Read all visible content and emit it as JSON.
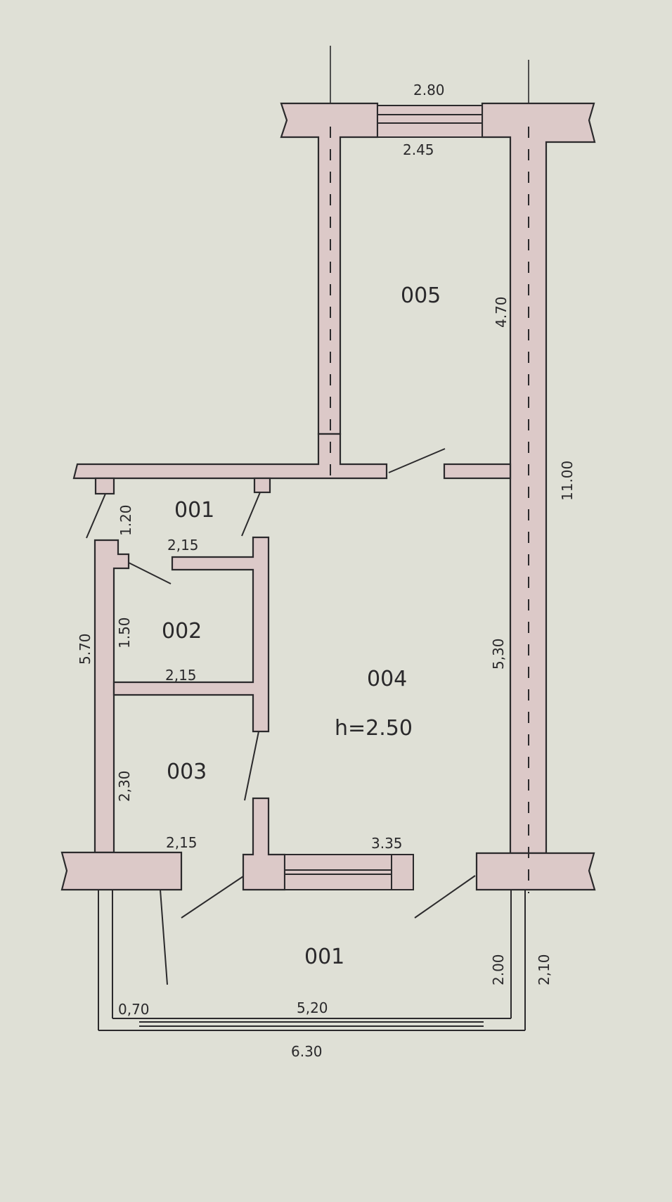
{
  "rooms": {
    "r005": "005",
    "r001_top": "001",
    "r002": "002",
    "r003": "003",
    "r004": "004",
    "r004_height": "h=2.50",
    "r001_bottom": "001"
  },
  "dimensions": {
    "top_outer": "2.80",
    "top_inner": "2.45",
    "room005_height": "4.70",
    "overall_length": "11.00",
    "r001_height": "1.20",
    "r001_width": "2,15",
    "r002_height": "1.50",
    "r002_width": "2,15",
    "left_total": "5.70",
    "r003_height": "2,30",
    "r003_width": "2,15",
    "room004_height": "5,30",
    "window_width": "3.35",
    "loggia_inner_height": "2.00",
    "loggia_outer_height": "2,10",
    "loggia_small": "0,70",
    "loggia_inner_width": "5,20",
    "loggia_outer_width": "6.30"
  }
}
